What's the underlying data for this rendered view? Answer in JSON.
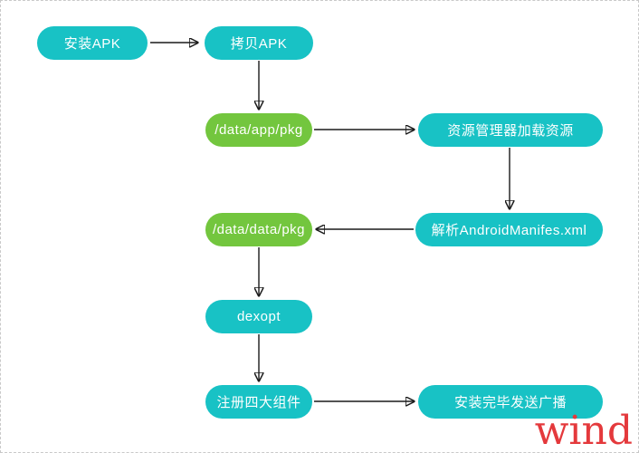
{
  "diagram": {
    "type": "flowchart",
    "topic": "APK install process",
    "colors": {
      "node_teal": "#18c2c5",
      "node_green": "#73c63e",
      "node_text": "#ffffff",
      "arrow": "#1a1a1a",
      "watermark_red": "#e4393c",
      "border_dashed": "#c9c9c9"
    },
    "nodes": [
      {
        "id": "install-apk",
        "label": "安装APK",
        "color": "teal"
      },
      {
        "id": "copy-apk",
        "label": "拷贝APK",
        "color": "teal"
      },
      {
        "id": "data-app-pkg",
        "label": "/data/app/pkg",
        "color": "green"
      },
      {
        "id": "resource-manager-load",
        "label": "资源管理器加载资源",
        "color": "teal"
      },
      {
        "id": "data-data-pkg",
        "label": "/data/data/pkg",
        "color": "green"
      },
      {
        "id": "parse-manifest",
        "label": "解析AndroidManifes.xml",
        "color": "teal"
      },
      {
        "id": "dexopt",
        "label": "dexopt",
        "color": "teal"
      },
      {
        "id": "register-components",
        "label": "注册四大组件",
        "color": "teal"
      },
      {
        "id": "broadcast-complete",
        "label": "安装完毕发送广播",
        "color": "teal"
      }
    ],
    "edges": [
      {
        "from": "install-apk",
        "to": "copy-apk"
      },
      {
        "from": "copy-apk",
        "to": "data-app-pkg"
      },
      {
        "from": "data-app-pkg",
        "to": "resource-manager-load"
      },
      {
        "from": "resource-manager-load",
        "to": "parse-manifest"
      },
      {
        "from": "parse-manifest",
        "to": "data-data-pkg"
      },
      {
        "from": "data-data-pkg",
        "to": "dexopt"
      },
      {
        "from": "dexopt",
        "to": "register-components"
      },
      {
        "from": "register-components",
        "to": "broadcast-complete"
      }
    ],
    "watermark": {
      "text": "wind"
    }
  }
}
